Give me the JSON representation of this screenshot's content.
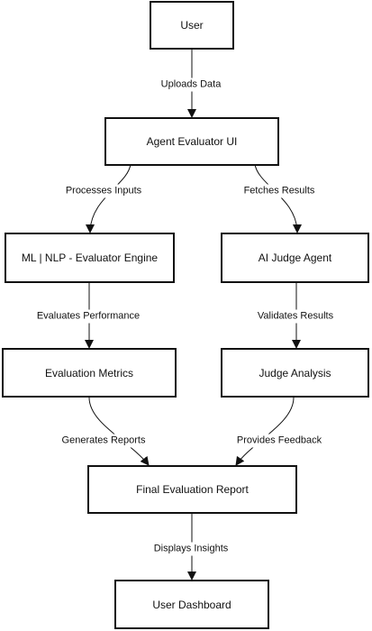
{
  "diagram": {
    "nodes": {
      "user": "User",
      "agent_ui": "Agent Evaluator UI",
      "ml_engine": "ML | NLP - Evaluator Engine",
      "judge_agent": "AI Judge Agent",
      "eval_metrics": "Evaluation Metrics",
      "judge_analysis": "Judge Analysis",
      "final_report": "Final Evaluation Report",
      "dashboard": "User Dashboard"
    },
    "edges": {
      "uploads_data": "Uploads Data",
      "processes_inputs": "Processes Inputs",
      "fetches_results": "Fetches Results",
      "evaluates_performance": "Evaluates Performance",
      "validates_results": "Validates Results",
      "generates_reports": "Generates Reports",
      "provides_feedback": "Provides Feedback",
      "displays_insights": "Displays Insights"
    },
    "colors": {
      "stroke": "#111111",
      "background": "#ffffff"
    }
  }
}
